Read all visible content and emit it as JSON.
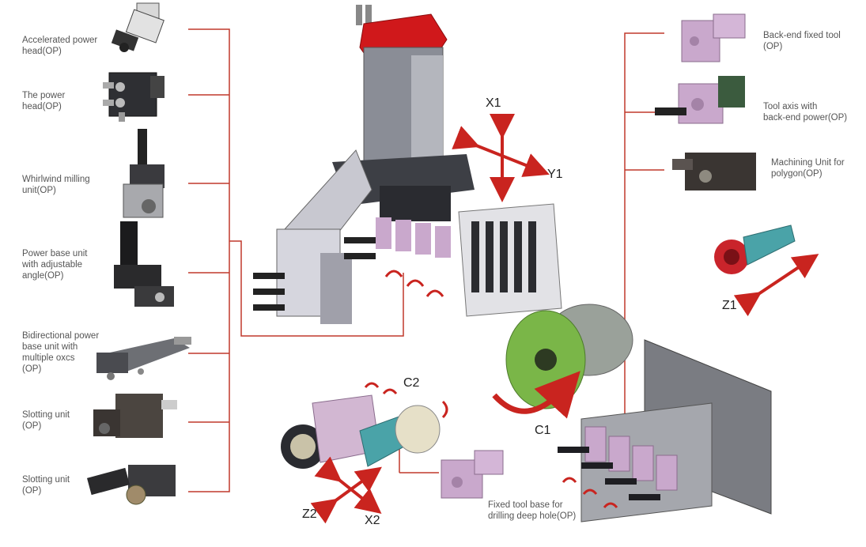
{
  "left_labels": [
    "Accelerated power\nhead(OP)",
    "The power\nhead(OP)",
    "Whirlwind milling\nunit(OP)",
    "Power base unit\nwith adjustable\nangle(OP)",
    "Bidirectional power\nbase unit with\nmultiple oxcs\n(OP)",
    "Slotting unit\n(OP)",
    "Slotting unit\n(OP)"
  ],
  "right_labels": [
    "Back-end fixed tool\n(OP)",
    "Tool axis with\nback-end power(OP)",
    "Machining Unit for\npolygon(OP)"
  ],
  "bottom_label": "Fixed tool base for\ndrilling deep hole(OP)",
  "axes": {
    "x1": "X1",
    "y1": "Y1",
    "z1": "Z1",
    "c1": "C1",
    "c2": "C2",
    "z2": "Z2",
    "x2": "X2"
  },
  "colors": {
    "leader_line": "#c0392b",
    "motor_cap": "#d0181b",
    "turret_green": "#7ab648",
    "accent_red": "#c9241f",
    "part_pink": "#c9a8cc",
    "teal": "#4aa3a8",
    "metal_grey": "#8a8d96",
    "dark_grey": "#3d3f45"
  }
}
